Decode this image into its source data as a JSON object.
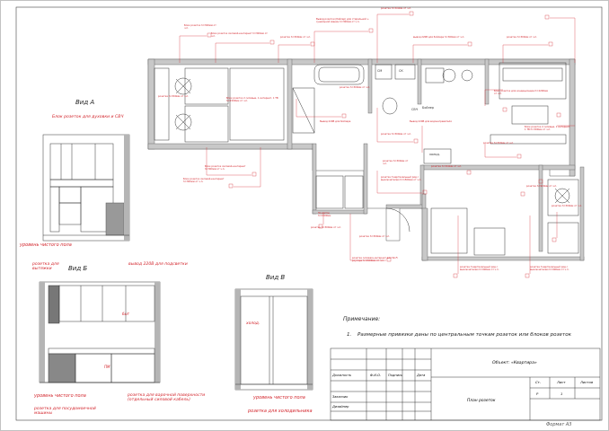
{
  "views": {
    "a": {
      "title": "Вид А",
      "block_label": "Блок розеток для духовки и СВЧ",
      "floor_label": "уровень чистого пола"
    },
    "b": {
      "title": "Вид Б",
      "hood_label": "розетка для вытяжки",
      "output_label": "вывод 220В для подсветки",
      "appliance_label": "быт",
      "pm_label": "ПМ",
      "floor_label": "уровень чистого пола",
      "dishwasher_label": "розетка для посудомоечной машины",
      "cooktop_label": "розетка для варочной поверхности (отдельный силовой кабель)"
    },
    "v": {
      "title": "Вид В",
      "fridge_label": "холод.",
      "floor_label": "уровень чистого пола",
      "fridge_socket_label": "розетка для холодильника"
    }
  },
  "plan": {
    "callouts_top": [
      "Блок розеток h=300мм от ч.п.",
      "Блок розеток силовой+интернет h=300мм от ч.п.",
      "розетка h=300мм от ч.п.",
      "Вывод розетки (бойлер) для стиральной + сушильной машин h=300мм от ч.п.",
      "розетка h=300мм от ч.п.",
      "вывод 220В для бойлера h=300мм от ч.п.",
      "розетка h=300мм от ч.п."
    ],
    "callouts_mid": [
      "Блок розеток силовой+интернет h=300мм от ч.п.",
      "розетка h=300мм от ч.п.",
      "Блок розеток 2 силовые, 1 интернет, 1 ТВ h=1500мм от ч.п.",
      "розетка h=300мм от ч.п.",
      "Блок розеток для кондиционера h=2200мм от ч.п.",
      "Вывод 220В для бойлера",
      "Вывод 220В для водонагревателя",
      "Блок розеток 2 силовые, 1 интернет, 1 ТВ h=300мм от ч.п.",
      "розетка h=300мм от ч.п.",
      "розетка h=300мм от ч.п.",
      "розетка 3 вертикальный ряд с выключателем h=1500мм от ч.п.",
      "розетка h=300мм от ч.п."
    ],
    "callouts_bottom": [
      "Блок розеток силовой+интернет h=300мм от ч.п.",
      "розетка h=300мм от ч.п.",
      "Эл.щиток h=1500мм",
      "розетка h=300мм от ч.п.",
      "розетка силовая+интернет для Wi-Fi роутера h=1500мм от ч.п.",
      "розетка h=300мм от ч.п.",
      "розетка h=300мм от ч.п.",
      "розетка 3 вертикальный ряд с выключателем h=900мм от ч.п.",
      "розетка 3 вертикальный ряд с выключателем h=900мм от ч.п.",
      "розетка h=900мм от ч.п."
    ],
    "room_labels": {
      "boiler": "Бойлер",
      "wc": "СВЧ",
      "kitchen_cold": "холод.",
      "sm": "СМ",
      "sk": "СК"
    }
  },
  "note": {
    "heading": "Примечание:",
    "item_number": "1.",
    "item_text": "Размерные привязки даны по центральным точкам розеток или блоков розеток"
  },
  "title_block": {
    "headers": [
      "Должность",
      "Ф.И.О.",
      "Подпись",
      "Дата"
    ],
    "roles": [
      "Заказчик",
      "Дизайнер"
    ],
    "object_label": "Объект: «Квартира»",
    "stage_header": "Ст.",
    "sheet_header": "Лист",
    "sheets_header": "Листов",
    "stage_value": "Р",
    "sheet_value": "1",
    "drawing_name": "План розеток",
    "format": "Формат А3"
  },
  "colors": {
    "annotation": "#d2232a",
    "wall": "#bbbbbb",
    "line": "#222222"
  }
}
